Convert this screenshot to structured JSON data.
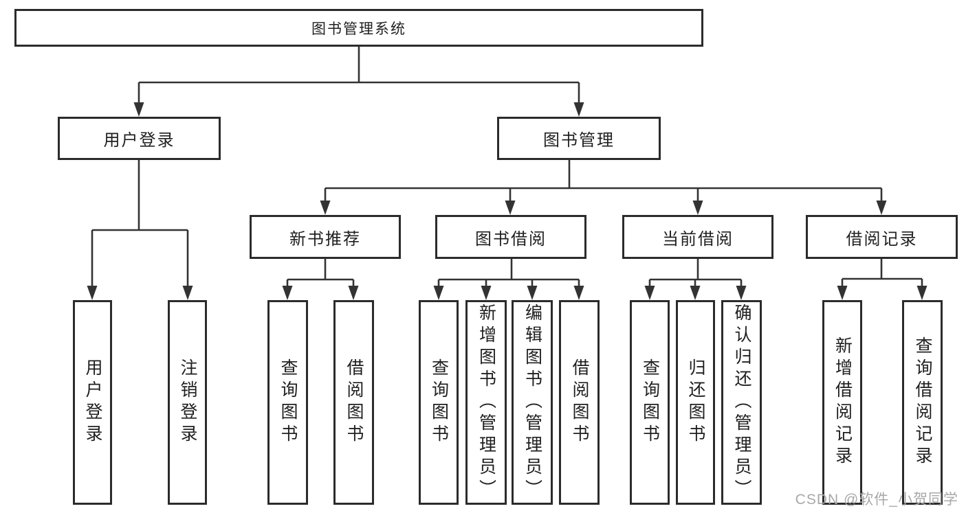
{
  "diagram": {
    "root": {
      "label": "图书管理系统"
    },
    "branches": [
      {
        "label": "用户登录",
        "leaves": [
          {
            "label": "用户登录"
          },
          {
            "label": "注销登录"
          }
        ]
      },
      {
        "label": "图书管理",
        "sections": [
          {
            "label": "新书推荐",
            "leaves": [
              {
                "label": "查询图书"
              },
              {
                "label": "借阅图书"
              }
            ]
          },
          {
            "label": "图书借阅",
            "leaves": [
              {
                "label": "查询图书"
              },
              {
                "label": "新增图书（管理员）"
              },
              {
                "label": "编辑图书（管理员）"
              },
              {
                "label": "借阅图书"
              }
            ]
          },
          {
            "label": "当前借阅",
            "leaves": [
              {
                "label": "查询图书"
              },
              {
                "label": "归还图书"
              },
              {
                "label": "确认归还（管理员）"
              }
            ]
          },
          {
            "label": "借阅记录",
            "leaves": [
              {
                "label": "新增借阅记录"
              },
              {
                "label": "查询借阅记录"
              }
            ]
          }
        ]
      }
    ]
  },
  "watermark": {
    "text": "CSDN @软件_小贺同学"
  },
  "colors": {
    "line": "#333333",
    "box_border": "#2b2b2b",
    "text": "#1f1f1f",
    "watermark": "#a8a8a8",
    "background": "#ffffff"
  }
}
